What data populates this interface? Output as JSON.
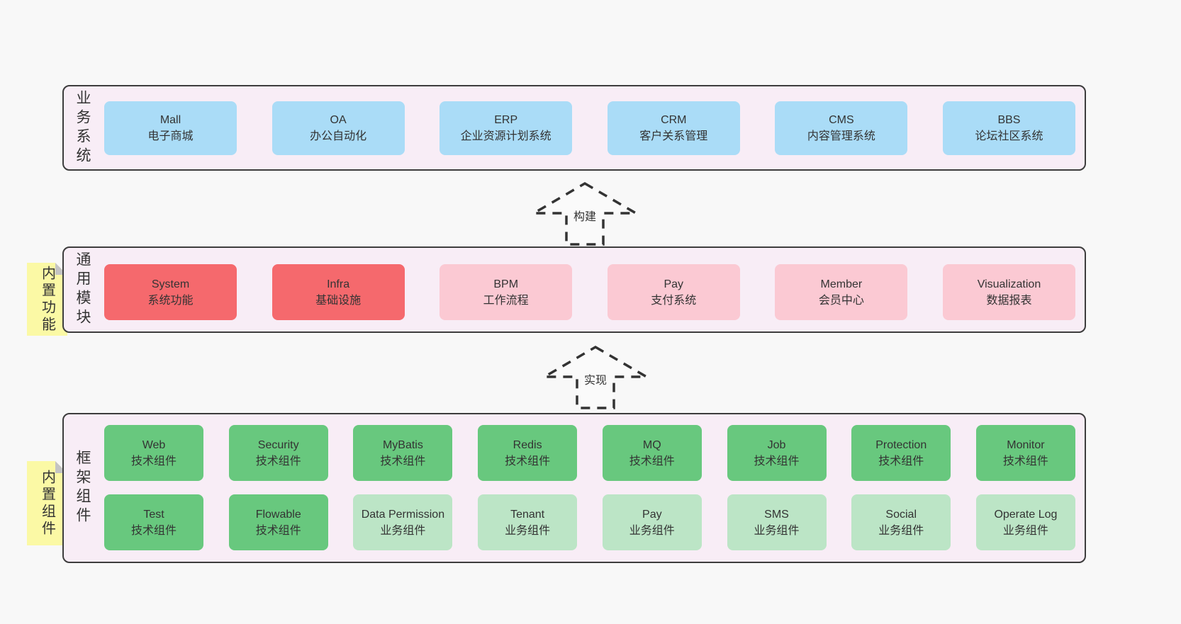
{
  "sections": {
    "business": {
      "label": "业务系统",
      "items": [
        {
          "en": "Mall",
          "zh": "电子商城",
          "variant": "blue"
        },
        {
          "en": "OA",
          "zh": "办公自动化",
          "variant": "blue"
        },
        {
          "en": "ERP",
          "zh": "企业资源计划系统",
          "variant": "blue"
        },
        {
          "en": "CRM",
          "zh": "客户关系管理",
          "variant": "blue"
        },
        {
          "en": "CMS",
          "zh": "内容管理系统",
          "variant": "blue"
        },
        {
          "en": "BBS",
          "zh": "论坛社区系统",
          "variant": "blue"
        }
      ]
    },
    "modules": {
      "label": "通用模块",
      "note": "内置功能",
      "items": [
        {
          "en": "System",
          "zh": "系统功能",
          "variant": "red"
        },
        {
          "en": "Infra",
          "zh": "基础设施",
          "variant": "red"
        },
        {
          "en": "BPM",
          "zh": "工作流程",
          "variant": "pink"
        },
        {
          "en": "Pay",
          "zh": "支付系统",
          "variant": "pink"
        },
        {
          "en": "Member",
          "zh": "会员中心",
          "variant": "pink"
        },
        {
          "en": "Visualization",
          "zh": "数据报表",
          "variant": "pink"
        }
      ]
    },
    "components": {
      "label": "框架组件",
      "note": "内置组件",
      "row1": [
        {
          "en": "Web",
          "zh": "技术组件",
          "variant": "green"
        },
        {
          "en": "Security",
          "zh": "技术组件",
          "variant": "green"
        },
        {
          "en": "MyBatis",
          "zh": "技术组件",
          "variant": "green"
        },
        {
          "en": "Redis",
          "zh": "技术组件",
          "variant": "green"
        },
        {
          "en": "MQ",
          "zh": "技术组件",
          "variant": "green"
        },
        {
          "en": "Job",
          "zh": "技术组件",
          "variant": "green"
        },
        {
          "en": "Protection",
          "zh": "技术组件",
          "variant": "green"
        },
        {
          "en": "Monitor",
          "zh": "技术组件",
          "variant": "green"
        }
      ],
      "row2": [
        {
          "en": "Test",
          "zh": "技术组件",
          "variant": "green"
        },
        {
          "en": "Flowable",
          "zh": "技术组件",
          "variant": "green"
        },
        {
          "en": "Data Permission",
          "zh": "业务组件",
          "variant": "lightgreen"
        },
        {
          "en": "Tenant",
          "zh": "业务组件",
          "variant": "lightgreen"
        },
        {
          "en": "Pay",
          "zh": "业务组件",
          "variant": "lightgreen"
        },
        {
          "en": "SMS",
          "zh": "业务组件",
          "variant": "lightgreen"
        },
        {
          "en": "Social",
          "zh": "业务组件",
          "variant": "lightgreen"
        },
        {
          "en": "Operate Log",
          "zh": "业务组件",
          "variant": "lightgreen"
        }
      ]
    }
  },
  "arrows": {
    "build": {
      "label": "构建"
    },
    "implement": {
      "label": "实现"
    }
  },
  "colors": {
    "page_bg": "#f8f8f8",
    "section_bg": "#f8edf6",
    "section_border": "#3d3d3d",
    "blue": "#aadcf7",
    "red": "#f5696d",
    "pink": "#fbc9d3",
    "green": "#68c87e",
    "lightgreen": "#bce5c6",
    "note_yellow": "#fbf9a5",
    "note_fold": "#c4c4c4",
    "text": "#333333"
  }
}
